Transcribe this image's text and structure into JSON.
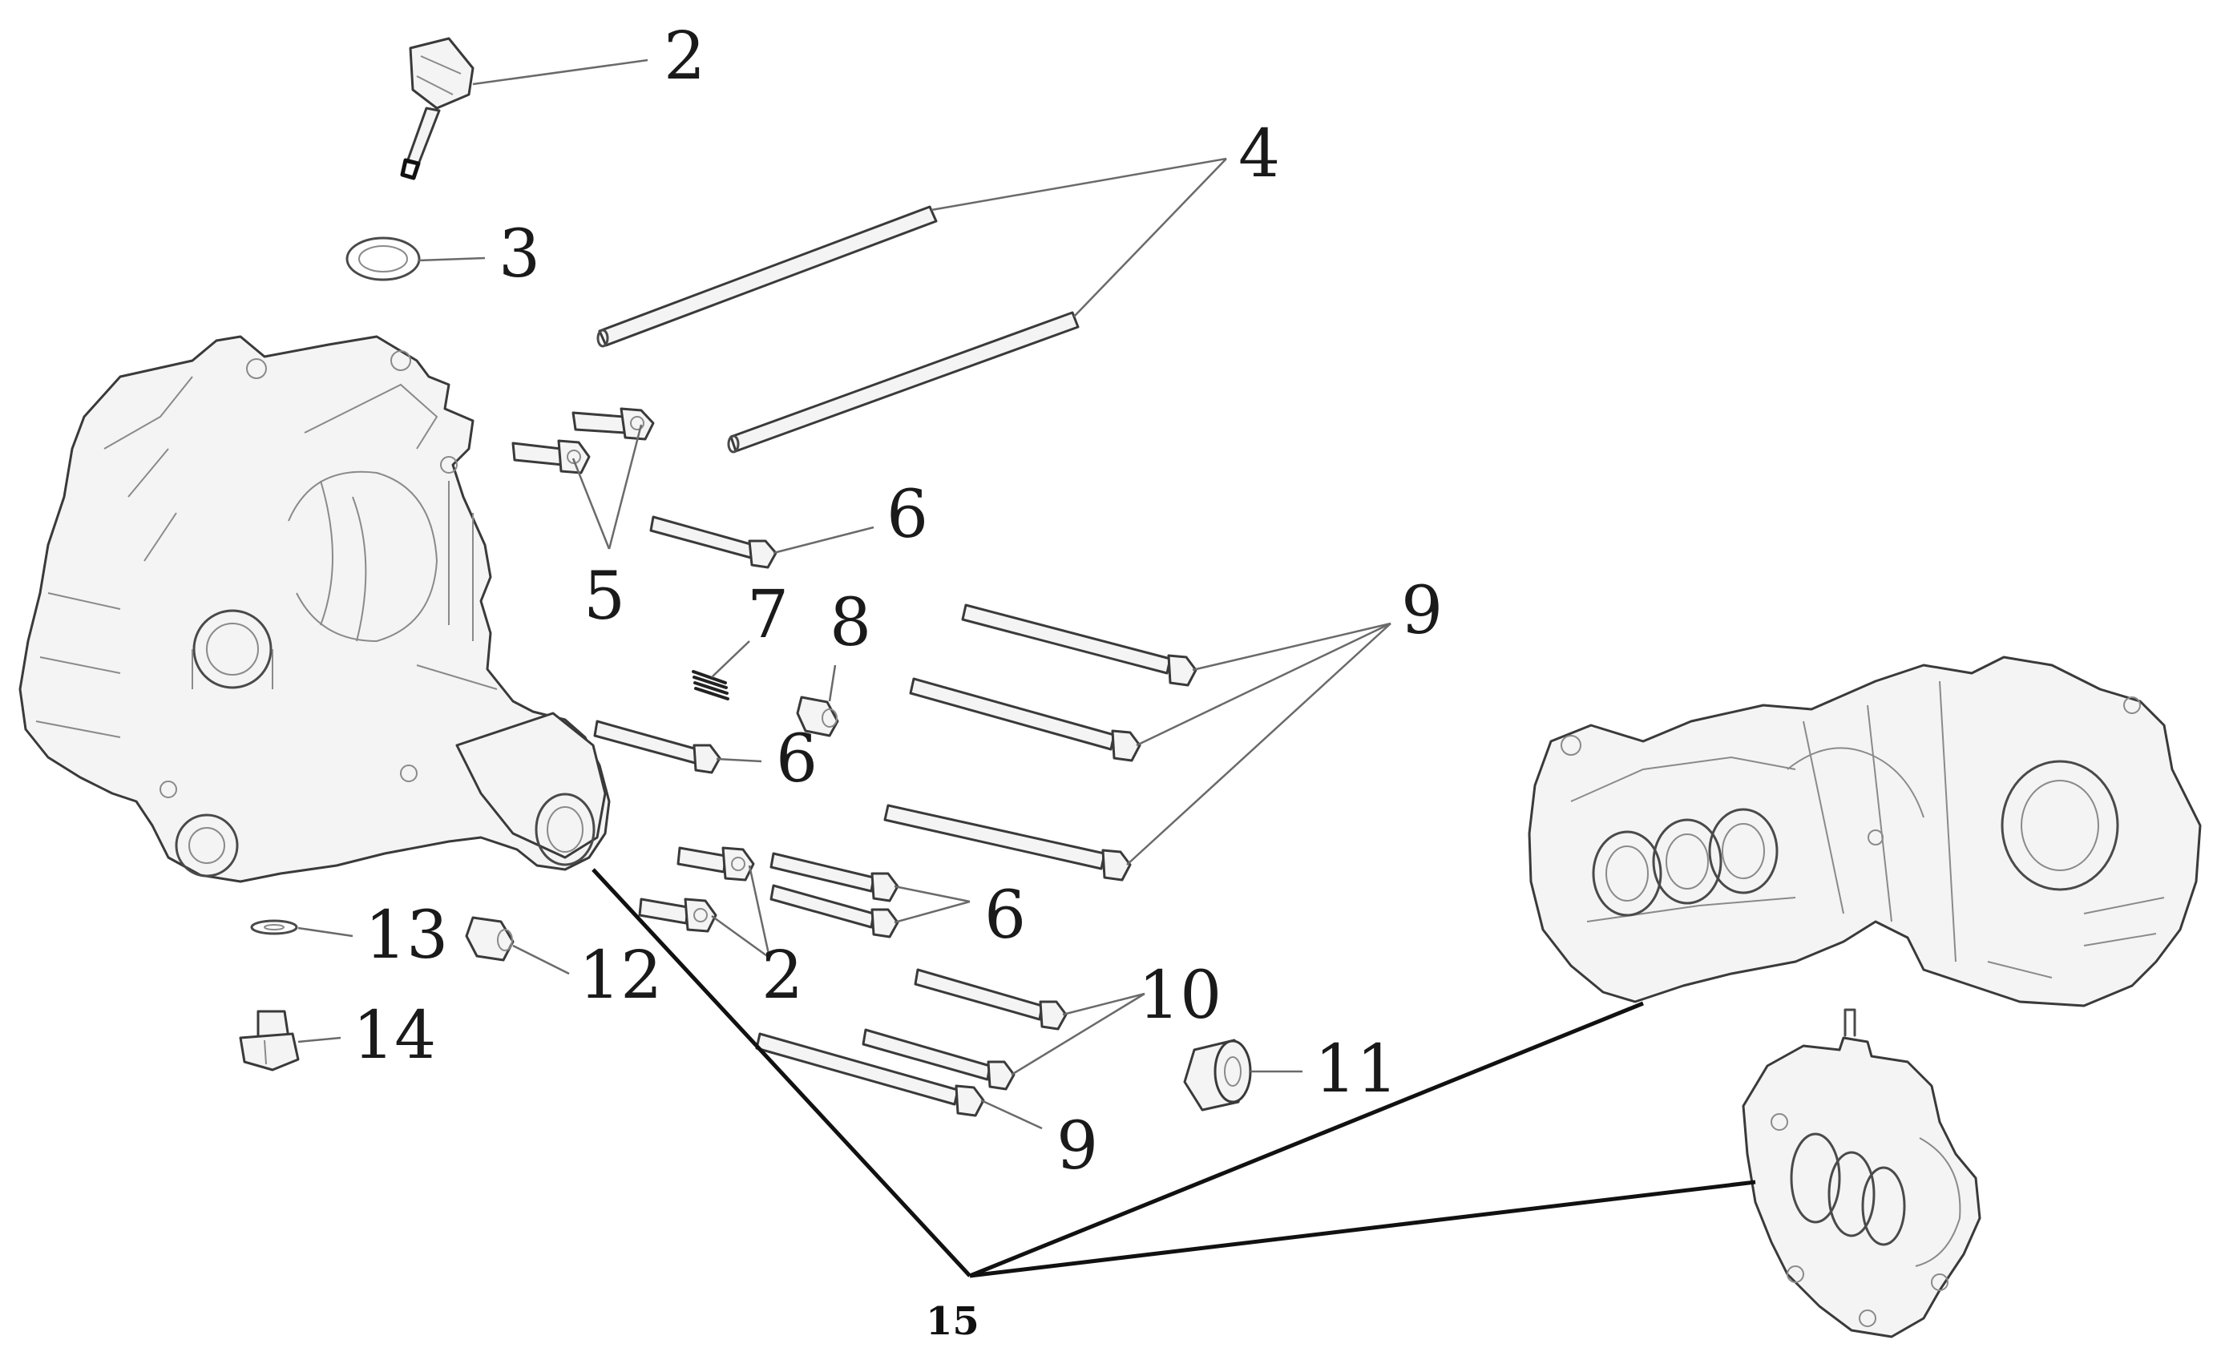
{
  "callouts": [
    {
      "id": "c2a",
      "label": "2"
    },
    {
      "id": "c3",
      "label": "3"
    },
    {
      "id": "c4",
      "label": "4"
    },
    {
      "id": "c5",
      "label": "5"
    },
    {
      "id": "c6a",
      "label": "6"
    },
    {
      "id": "c7",
      "label": "7"
    },
    {
      "id": "c8",
      "label": "8"
    },
    {
      "id": "c9a",
      "label": "9"
    },
    {
      "id": "c6b",
      "label": "6"
    },
    {
      "id": "c6c",
      "label": "6"
    },
    {
      "id": "c2b",
      "label": "2"
    },
    {
      "id": "c13",
      "label": "13"
    },
    {
      "id": "c12",
      "label": "12"
    },
    {
      "id": "c14",
      "label": "14"
    },
    {
      "id": "c10",
      "label": "10"
    },
    {
      "id": "c11",
      "label": "11"
    },
    {
      "id": "c9b",
      "label": "9"
    },
    {
      "id": "c15",
      "label": "15"
    }
  ]
}
